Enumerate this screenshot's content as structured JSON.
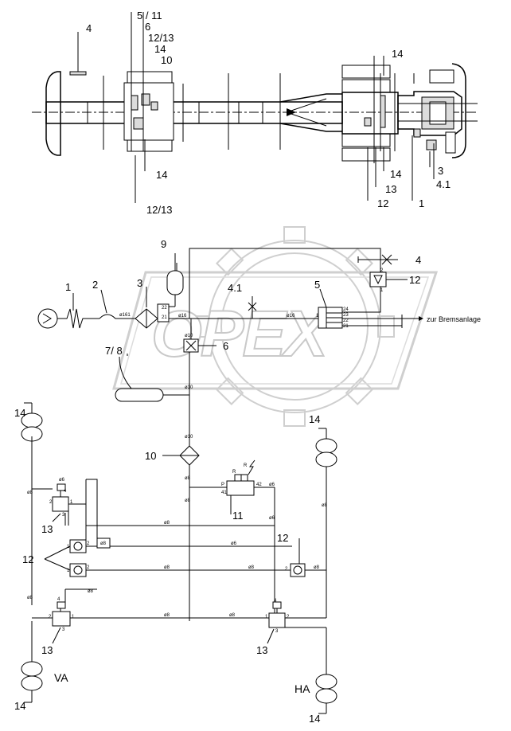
{
  "watermark": "OPEX",
  "chassis_labels": {
    "l4": "4",
    "l5_11": "5 / 11",
    "l6": "6",
    "l12_13a": "12/13",
    "l14a": "14",
    "l10": "10",
    "l14b": "14",
    "l12_13b": "12/13",
    "l14c": "14",
    "l14d": "14",
    "l13": "13",
    "l12": "12",
    "l1": "1",
    "l3": "3",
    "l4_1": "4.1"
  },
  "schematic_labels": {
    "n1": "1",
    "n2": "2",
    "n3": "3",
    "n9": "9",
    "n4": "4",
    "n12a": "12",
    "n4_1": "4.1",
    "n5": "5",
    "n6": "6",
    "n7_8": "7/ 8",
    "n10": "10",
    "n11": "11",
    "n14a": "14",
    "n14b": "14",
    "n13a": "13",
    "n12b": "12",
    "n12c": "12",
    "n13b": "13",
    "n13c": "13",
    "n14c": "14",
    "n14d": "14",
    "va": "VA",
    "ha": "HA",
    "brake_note": "zur Bremsanlage"
  },
  "pipe_marks": {
    "d16": "ø16",
    "d161": "ø161",
    "d10": "ø10",
    "d8": "ø8",
    "d6": "ø6",
    "p21": "21",
    "p22": "22",
    "p1": "1",
    "p2": "2",
    "p3": "3",
    "p4": "4",
    "p23": "23",
    "p24": "24",
    "p41": "41",
    "p42": "42",
    "pR": "R",
    "pP": "P"
  }
}
